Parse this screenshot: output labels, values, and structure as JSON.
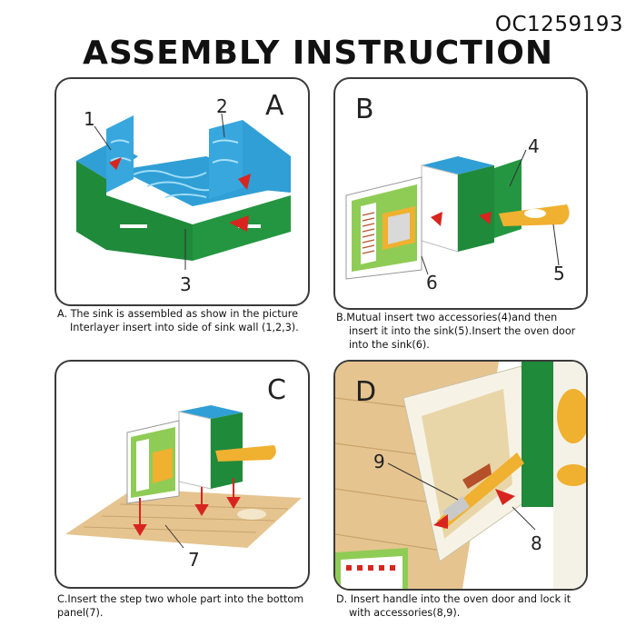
{
  "product_code": "OC1259193",
  "title": "ASSEMBLY INSTRUCTION",
  "steps": [
    {
      "letter": "A",
      "numbers": [
        "1",
        "2",
        "3"
      ],
      "caption_lines": [
        "A.  The sink is assembled as show in the picture",
        "Interlayer insert into side of sink wall (1,2,3)."
      ]
    },
    {
      "letter": "B",
      "numbers": [
        "4",
        "5",
        "6"
      ],
      "caption_lines": [
        "B.Mutual insert two accessories(4)and then",
        "insert it into the sink(5).Insert the oven door",
        "into the sink(6)."
      ]
    },
    {
      "letter": "C",
      "numbers": [
        "7"
      ],
      "caption_lines": [
        "C.Insert the step two whole part into the bottom",
        "panel(7)."
      ]
    },
    {
      "letter": "D",
      "numbers": [
        "9",
        "8"
      ],
      "caption_lines": [
        "D.  Insert handle into the oven door and lock it",
        "with accessories(8,9)."
      ]
    }
  ],
  "colors": {
    "wall_green": "#1f8a3a",
    "water_blue": "#2f9fd6",
    "arrow_red": "#d8251f",
    "wood": "#e6c48f",
    "tray_orange": "#f0b030",
    "border": "#3a3a3a"
  }
}
